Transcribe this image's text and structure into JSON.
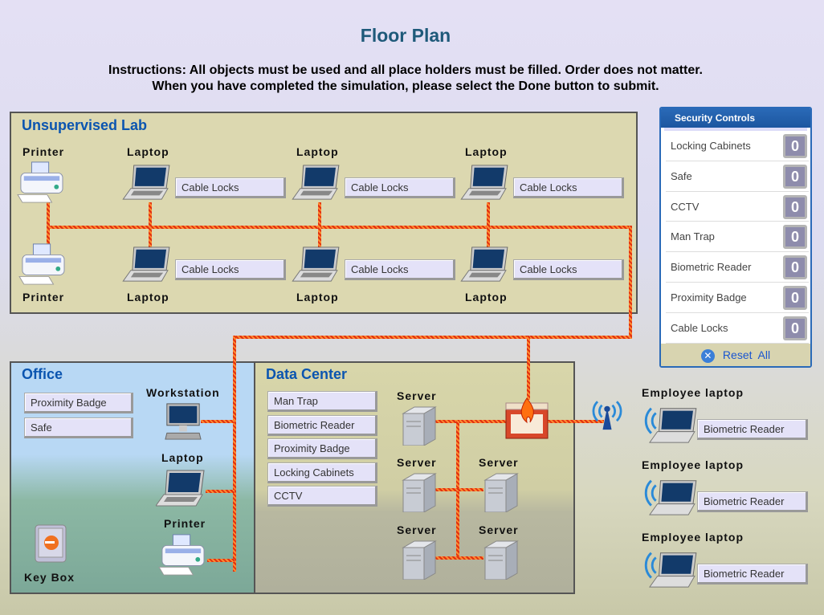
{
  "title": "Floor Plan",
  "instructions": [
    "Instructions: All objects must be used and all place holders must be filled. Order does not matter.",
    "When you have completed the simulation, please select the Done button to submit."
  ],
  "rooms": {
    "lab": {
      "title": "Unsupervised Lab",
      "printer_label": "Printer",
      "laptop_label": "Laptop",
      "slots": [
        "Cable Locks",
        "Cable Locks",
        "Cable Locks",
        "Cable Locks",
        "Cable Locks",
        "Cable Locks"
      ]
    },
    "office": {
      "title": "Office",
      "slots": [
        "Proximity Badge",
        "Safe"
      ],
      "workstation_label": "Workstation",
      "laptop_label": "Laptop",
      "printer_label": "Printer",
      "keybox_label": "Key Box"
    },
    "datacenter": {
      "title": "Data Center",
      "slots": [
        "Man Trap",
        "Biometric Reader",
        "Proximity Badge",
        "Locking Cabinets",
        "CCTV"
      ],
      "server_label": "Server"
    }
  },
  "employee_laptops": [
    {
      "label": "Employee laptop",
      "slot": "Biometric Reader"
    },
    {
      "label": "Employee laptop",
      "slot": "Biometric Reader"
    },
    {
      "label": "Employee laptop",
      "slot": "Biometric Reader"
    }
  ],
  "security_controls": {
    "title": "Security Controls",
    "items": [
      {
        "label": "Locking Cabinets",
        "count": "0"
      },
      {
        "label": "Safe",
        "count": "0"
      },
      {
        "label": "CCTV",
        "count": "0"
      },
      {
        "label": "Man Trap",
        "count": "0"
      },
      {
        "label": "Biometric Reader",
        "count": "0"
      },
      {
        "label": "Proximity Badge",
        "count": "0"
      },
      {
        "label": "Cable Locks",
        "count": "0"
      }
    ],
    "reset_label": "Reset  All"
  },
  "colors": {
    "accent": "#0b55b0",
    "wire": "#e03010",
    "panel": "#2a6ab8"
  }
}
